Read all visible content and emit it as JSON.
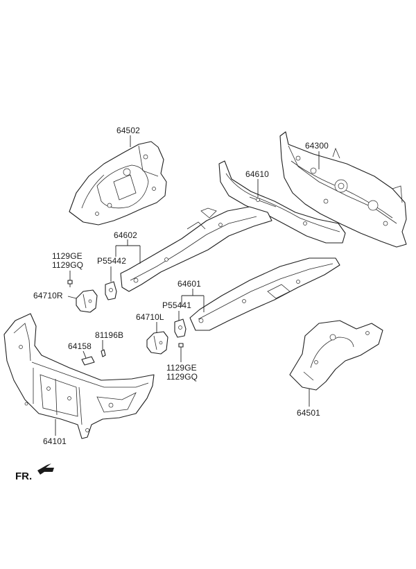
{
  "labels": {
    "p64502": "64502",
    "p64300": "64300",
    "p64610": "64610",
    "p64602": "64602",
    "p55442": "P55442",
    "p1129GE_top": "1129GE",
    "p1129GQ_top": "1129GQ",
    "p64710R": "64710R",
    "p64601": "64601",
    "p55441": "P55441",
    "p64710L": "64710L",
    "p81196B": "81196B",
    "p64158": "64158",
    "p1129GE_bot": "1129GE",
    "p1129GQ_bot": "1129GQ",
    "p64501": "64501",
    "p64101": "64101"
  },
  "direction": {
    "label": "FR."
  },
  "colors": {
    "line": "#1e1e1e",
    "background": "#ffffff"
  }
}
